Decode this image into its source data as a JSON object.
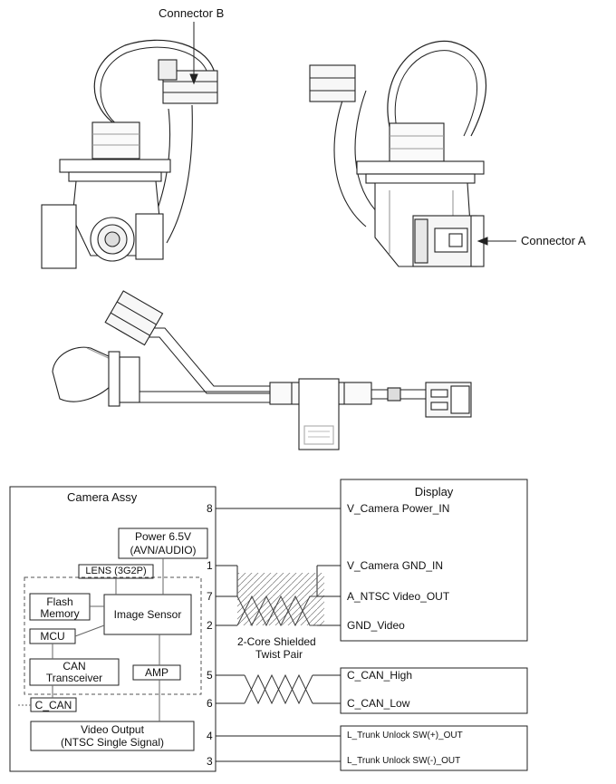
{
  "views": {
    "connector_b": "Connector B",
    "connector_a": "Connector A"
  },
  "camera_assy": {
    "title": "Camera Assy",
    "power": [
      "Power 6.5V",
      "(AVN/AUDIO)"
    ],
    "lens": "LENS (3G2P)",
    "flash_memory": [
      "Flash",
      "Memory"
    ],
    "image_sensor": "Image Sensor",
    "mcu": "MCU",
    "can_transceiver": [
      "CAN",
      "Transceiver"
    ],
    "amp": "AMP",
    "c_can": "C_CAN",
    "video_output": [
      "Video Output",
      "(NTSC Single Signal)"
    ]
  },
  "pins": [
    "8",
    "1",
    "7",
    "2",
    "5",
    "6",
    "4",
    "3"
  ],
  "cable": [
    "2-Core Shielded",
    "Twist Pair"
  ],
  "display": {
    "title": "Display",
    "signals": [
      "V_Camera Power_IN",
      "V_Camera GND_IN",
      "A_NTSC Video_OUT",
      "GND_Video"
    ]
  },
  "can_bus": [
    "C_CAN_High",
    "C_CAN_Low"
  ],
  "trunk": [
    "L_Trunk Unlock SW(+)_OUT",
    "L_Trunk Unlock SW(-)_OUT"
  ]
}
